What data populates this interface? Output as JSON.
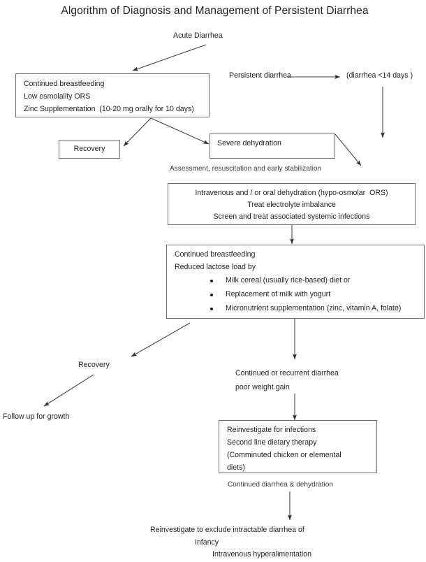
{
  "title": "Algorithm of Diagnosis and Management of Persistent Diarrhea",
  "nodes": {
    "acute_diarrhea": "Acute Diarrhea",
    "persistent_diarrhea": "Persistent diarrhea",
    "diarrhea_days": "(diarrhea <14 days )",
    "initial_box": {
      "line1": "Continued breastfeeding",
      "line2": "Low osmolality ORS",
      "line3": "Zinc Supplementation  (10-20 mg orally for 10 days)"
    },
    "recovery_left": "Recovery",
    "severe_dehydration": "Severe dehydration",
    "assessment_label": "Assessment, resuscitation and early stabilization",
    "treatment_box": {
      "line1": "Intravenous and / or oral dehydration (hypo-osmolar  ORS)",
      "line2": "Treat electrolyte imbalance",
      "line3": "Screen and treat associated systemic infections"
    },
    "feeding_box": {
      "line1": "Continued breastfeeding",
      "line2": "Reduced lactose load by",
      "bullets": [
        "Milk cereal (usually rice-based) diet or",
        "Replacement of milk with yogurt",
        "Micronutrient supplementation (zinc, vitamin A, folate)"
      ]
    },
    "recovery_mid": "Recovery",
    "follow_up": "Follow up for growth",
    "continued_diarrhea": {
      "line1": "Continued or recurrent diarrhea",
      "line2": "poor weight gain"
    },
    "reinvestigate_box": {
      "line1": "Reinvestigate for infections",
      "line2": "Second line dietary therapy",
      "line3": "(Comminuted chicken or elemental",
      "line4": "diets)"
    },
    "continued_dehydration_label": "Continued diarrhea & dehydration",
    "final": {
      "line1": "Reinvestigate to exclude intractable diarrhea of",
      "line2": "Infancy",
      "line3": "Intravenous hyperalimentation"
    }
  },
  "colors": {
    "text": "#231f20",
    "stroke": "#6f6f6f",
    "arrow": "#3f3f3f",
    "background": "#ffffff"
  }
}
